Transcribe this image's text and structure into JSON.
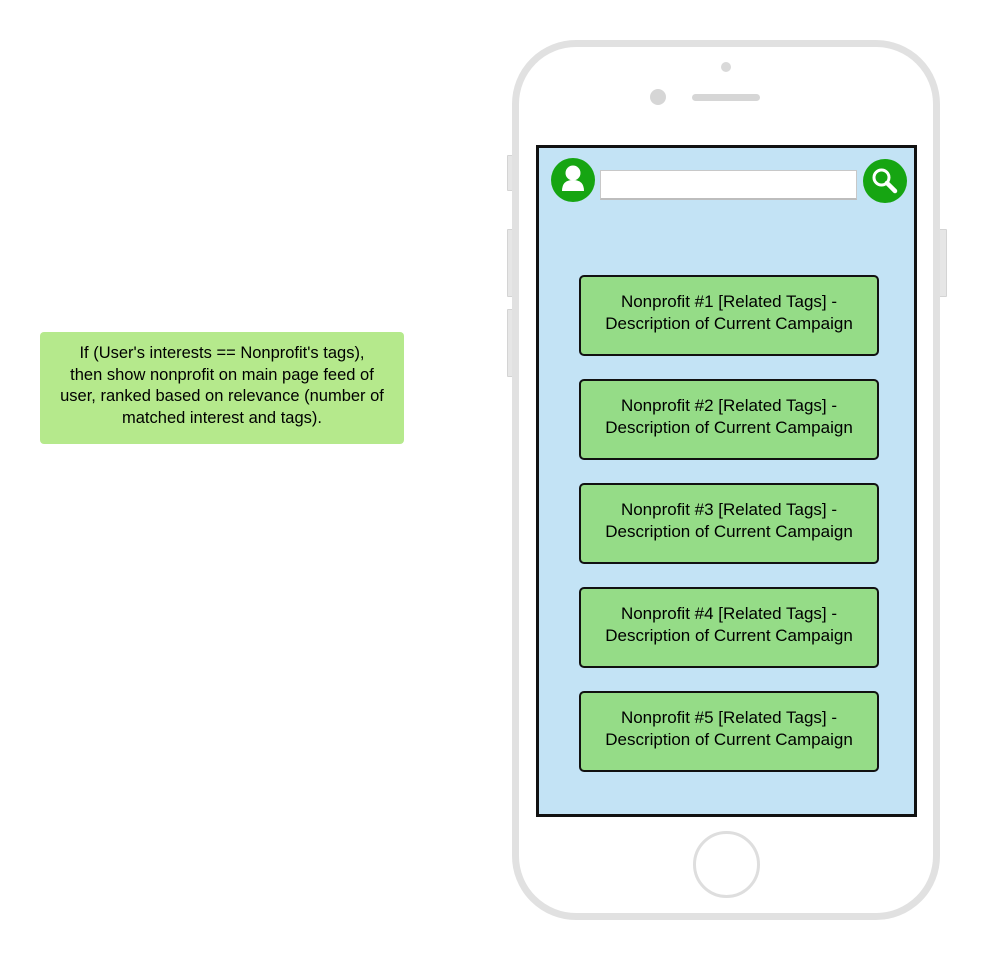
{
  "note": {
    "lines": [
      "If (User's interests == Nonprofit's tags),",
      "then show nonprofit on main page feed of",
      "user, ranked based on relevance (number of",
      "matched interest and tags)."
    ]
  },
  "header": {
    "avatar_icon": "user-icon",
    "search_icon": "magnifier-icon",
    "search_value": "",
    "search_placeholder": ""
  },
  "feed": {
    "items": [
      {
        "title": "Nonprofit #1 [Related Tags] -",
        "description": "Description of Current Campaign"
      },
      {
        "title": "Nonprofit #2 [Related Tags] -",
        "description": "Description of Current Campaign"
      },
      {
        "title": "Nonprofit #3 [Related Tags] -",
        "description": "Description of Current Campaign"
      },
      {
        "title": "Nonprofit #4 [Related Tags] -",
        "description": "Description of Current Campaign"
      },
      {
        "title": "Nonprofit #5 [Related Tags] -",
        "description": "Description of Current Campaign"
      }
    ]
  },
  "colors": {
    "note_bg": "#b5e98c",
    "screen_bg": "#c3e3f5",
    "card_bg": "#95dc87",
    "icon_bg": "#16a512",
    "phone_frame": "#e1e1e1"
  }
}
